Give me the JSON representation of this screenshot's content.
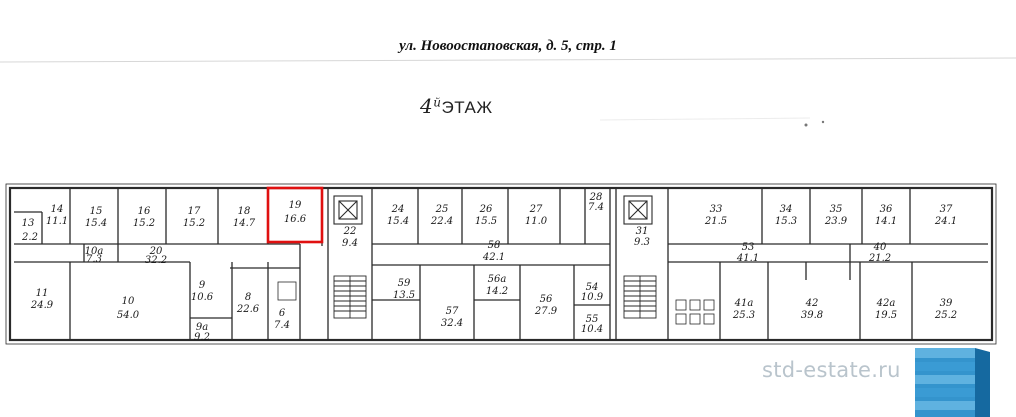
{
  "address": "ул. Новоостаповская, д. 5, стр. 1",
  "floor": {
    "number": "4",
    "suffix": "й",
    "label": "ЭТАЖ"
  },
  "watermark": "std-estate.ru",
  "colors": {
    "line": "#2a2a2a",
    "highlight": "#e01010",
    "watermark": "#b9c4cc",
    "logo": "#1e88c8"
  },
  "rooms": [
    {
      "id": "19",
      "area": "16.6",
      "highlighted": true
    },
    {
      "id": "14",
      "area": "11.1"
    },
    {
      "id": "15",
      "area": "15.4"
    },
    {
      "id": "16",
      "area": "15.2"
    },
    {
      "id": "17",
      "area": "15.2"
    },
    {
      "id": "18",
      "area": "14.7"
    },
    {
      "id": "10",
      "area": "54.0"
    },
    {
      "id": "11",
      "area": "24.9"
    },
    {
      "id": "13",
      "area": "2.2"
    },
    {
      "id": "10a",
      "area": "7.3"
    },
    {
      "id": "20",
      "area": "32.2"
    },
    {
      "id": "9",
      "area": "10.6"
    },
    {
      "id": "9a",
      "area": "9.2"
    },
    {
      "id": "8",
      "area": "22.6"
    },
    {
      "id": "6",
      "area": "7.4"
    },
    {
      "id": "22",
      "area": "9.4"
    },
    {
      "id": "24",
      "area": "15.4"
    },
    {
      "id": "25",
      "area": "22.4"
    },
    {
      "id": "26",
      "area": "15.5"
    },
    {
      "id": "27",
      "area": "11.0"
    },
    {
      "id": "28",
      "area": "7.4"
    },
    {
      "id": "59",
      "area": "13.5"
    },
    {
      "id": "58",
      "area": "42.1"
    },
    {
      "id": "56a",
      "area": "14.2"
    },
    {
      "id": "56",
      "area": "27.9"
    },
    {
      "id": "57",
      "area": "32.4"
    },
    {
      "id": "55",
      "area": "10.4"
    },
    {
      "id": "54",
      "area": "10.9"
    },
    {
      "id": "31",
      "area": "9.3"
    },
    {
      "id": "33",
      "area": "21.5"
    },
    {
      "id": "34",
      "area": "15.3"
    },
    {
      "id": "35",
      "area": "23.9"
    },
    {
      "id": "36",
      "area": "14.1"
    },
    {
      "id": "37",
      "area": "24.1"
    },
    {
      "id": "53",
      "area": "41.1"
    },
    {
      "id": "40",
      "area": "21.2"
    },
    {
      "id": "41a",
      "area": "25.3"
    },
    {
      "id": "42",
      "area": "39.8"
    },
    {
      "id": "42a",
      "area": "19.5"
    },
    {
      "id": "39",
      "area": "25.2"
    }
  ]
}
